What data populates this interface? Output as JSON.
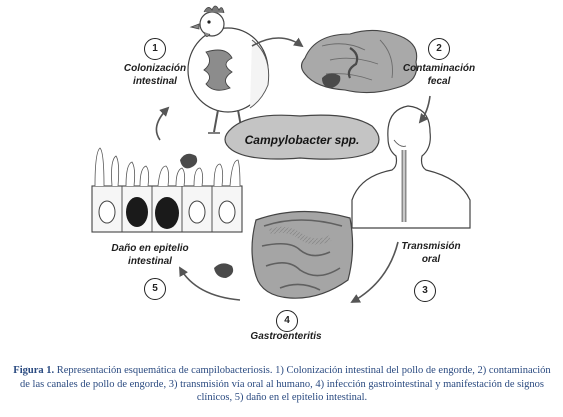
{
  "diagram": {
    "center_label": "Campylobacter spp.",
    "steps": [
      {
        "number": "1",
        "label_lines": [
          "Colonización",
          "intestinal"
        ]
      },
      {
        "number": "2",
        "label_lines": [
          "Contaminación",
          "fecal"
        ]
      },
      {
        "number": "3",
        "label_lines": [
          "Transmisión",
          "oral"
        ]
      },
      {
        "number": "4",
        "label_lines": [
          "Gastroenteritis"
        ]
      },
      {
        "number": "5",
        "label_lines": [
          "Daño en epitelio",
          "intestinal"
        ]
      }
    ]
  },
  "caption": {
    "prefix": "Figura 1.",
    "text": " Representación esquemática de campilobacteriosis. 1) Colonización intestinal del pollo de engorde, 2) contaminación de las canales de pollo de engorde, 3) transmisión vía oral al humano, 4) infección gastrointestinal y manifestación de signos clínicos, 5) daño en el epitelio intestinal."
  },
  "colors": {
    "caption_text": "#2a4a80",
    "figure_gray": "#9a9a9a",
    "bacteria": "#4a4a4a"
  },
  "icons": [
    "chicken-icon",
    "carcass-icon",
    "human-head-icon",
    "intestine-icon",
    "epithelium-icon",
    "bacterium-icon",
    "cycle-arrow-icon"
  ]
}
